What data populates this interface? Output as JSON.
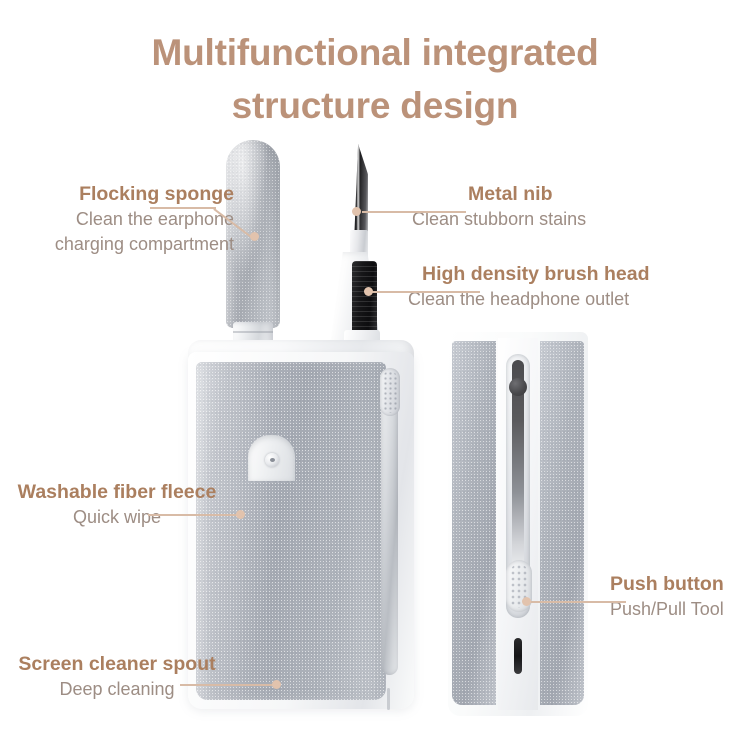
{
  "title": {
    "line1": "Multifunctional integrated",
    "line2": "structure design"
  },
  "colors": {
    "title": "#bb9279",
    "heading": "#ab7f5f",
    "subtext": "#9d8d84",
    "leader_line": "#d8bba6",
    "fleece_gray": "#a8aeb8",
    "background": "#ffffff",
    "brush_black": "#161618"
  },
  "callouts": [
    {
      "id": "flocking-sponge",
      "heading": "Flocking sponge",
      "sub_line1": "Clean the earphone",
      "sub_line2": "charging compartment",
      "side": "left"
    },
    {
      "id": "metal-nib",
      "heading": "Metal nib",
      "sub_line1": "Clean stubborn stains",
      "side": "right"
    },
    {
      "id": "high-density-brush-head",
      "heading": "High density brush head",
      "sub_line1": "Clean the headphone outlet",
      "side": "right"
    },
    {
      "id": "washable-fiber-fleece",
      "heading": "Washable fiber fleece",
      "sub_line1": "Quick wipe",
      "side": "left"
    },
    {
      "id": "screen-cleaner-spout",
      "heading": "Screen cleaner spout",
      "sub_line1": "Deep cleaning",
      "side": "left"
    },
    {
      "id": "push-button",
      "heading": "Push button",
      "sub_line1": "Push/Pull Tool",
      "side": "right"
    }
  ],
  "product": {
    "front_view": {
      "parts": [
        "flocking-sponge-wand",
        "metal-nib-pen",
        "high-density-brush",
        "washable-fiber-fleece-body",
        "screen-cleaner-spout",
        "push-button-slider"
      ]
    },
    "side_view": {
      "parts": [
        "push-button",
        "slider-track",
        "charging-port",
        "fiber-fleece-panel"
      ]
    }
  }
}
